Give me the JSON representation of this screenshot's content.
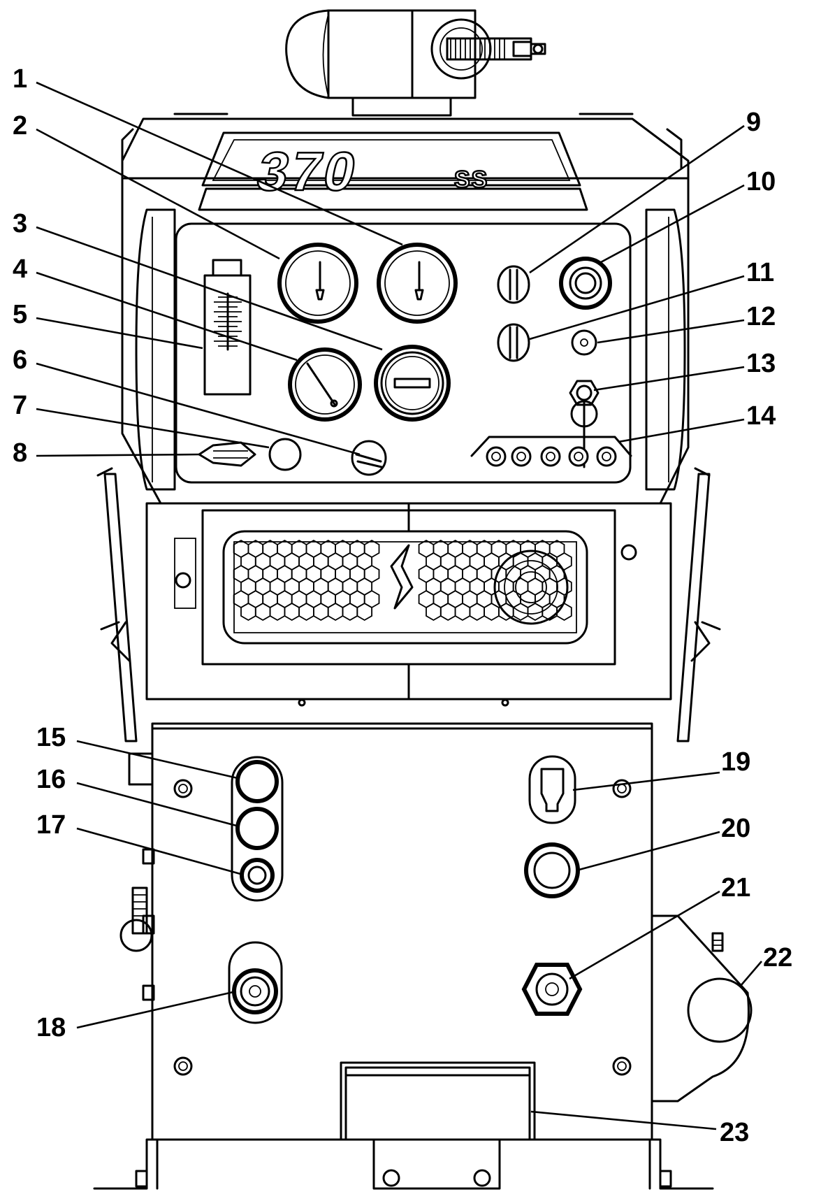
{
  "figure": {
    "model_label": "370",
    "model_suffix": "SS",
    "callouts": [
      {
        "id": "1",
        "label": "1"
      },
      {
        "id": "2",
        "label": "2"
      },
      {
        "id": "3",
        "label": "3"
      },
      {
        "id": "4",
        "label": "4"
      },
      {
        "id": "5",
        "label": "5"
      },
      {
        "id": "6",
        "label": "6"
      },
      {
        "id": "7",
        "label": "7"
      },
      {
        "id": "8",
        "label": "8"
      },
      {
        "id": "9",
        "label": "9"
      },
      {
        "id": "10",
        "label": "10"
      },
      {
        "id": "11",
        "label": "11"
      },
      {
        "id": "12",
        "label": "12"
      },
      {
        "id": "13",
        "label": "13"
      },
      {
        "id": "14",
        "label": "14"
      },
      {
        "id": "15",
        "label": "15"
      },
      {
        "id": "16",
        "label": "16"
      },
      {
        "id": "17",
        "label": "17"
      },
      {
        "id": "18",
        "label": "18"
      },
      {
        "id": "19",
        "label": "19"
      },
      {
        "id": "20",
        "label": "20"
      },
      {
        "id": "21",
        "label": "21"
      },
      {
        "id": "22",
        "label": "22"
      },
      {
        "id": "23",
        "label": "23"
      }
    ]
  }
}
